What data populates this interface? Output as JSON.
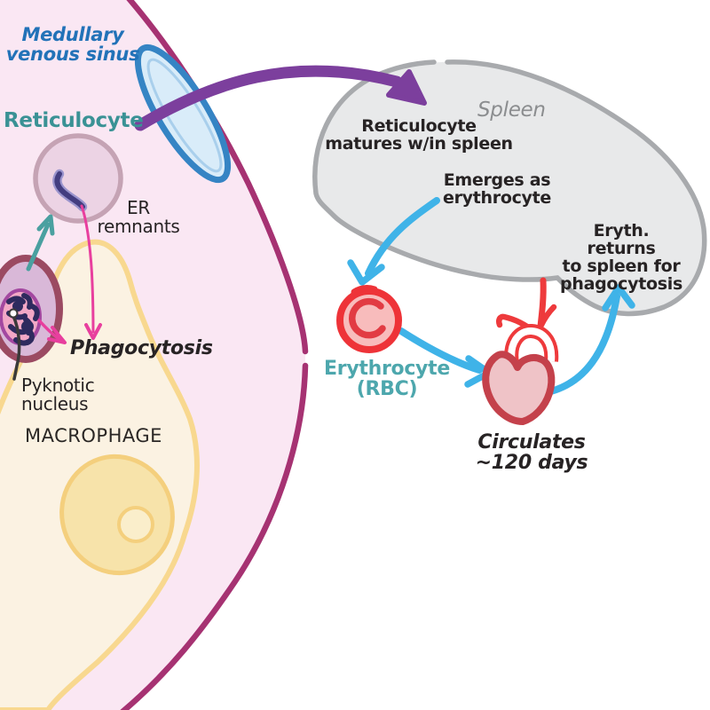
{
  "marrow": {
    "medullary_venous_sinus": "Medullary\nvenous sinus",
    "reticulocyte": "Reticulocyte",
    "er_remnants": "ER\nremnants",
    "phagocytosis": "Phagocytosis",
    "pyknotic_nucleus": "Pyknotic\nnucleus",
    "macrophage": "MACROPHAGE"
  },
  "spleen": {
    "title": "Spleen",
    "matures": "Reticulocyte\nmatures w/in spleen",
    "emerges": "Emerges as\nerythrocyte",
    "returns": "Eryth. returns\nto spleen for\nphagocytosis"
  },
  "circulation": {
    "erythrocyte_rbc": "Erythrocyte\n(RBC)",
    "circulates": "Circulates\n~120 days"
  },
  "colors": {
    "big_cell_border": "#a63272",
    "big_cell_fill": "#fae7f3",
    "macrophage_fill": "#fbf2e2",
    "macrophage_border": "#f8d88f",
    "macrophage_nucleus_fill": "#f7e3aa",
    "macrophage_nucleus_border": "#f4cf7d",
    "macrophage_nucleus_inner": "#faeecb",
    "reticulocyte_fill": "#ecd3e4",
    "reticulocyte_border": "#c5a3b4",
    "er_remnant_dark": "#433d80",
    "er_remnant_light": "#9a94cd",
    "sinus_fill": "#d9ecf9",
    "sinus_border": "#3584c4",
    "sinus_inner_line": "#a9cfec",
    "erythroblast_ring": "#9b4a62",
    "erythroblast_fill": "#d9b8d8",
    "pyknotic_outline": "#a348a0",
    "pyknotic_fill": "#f2a8c6",
    "chromatin": "#2e2a5e",
    "pointer_line": "#3a3a3a",
    "teal_arrow": "#4aa0a0",
    "magenta_arrow": "#e83f9e",
    "purple_arrow": "#7c3f9d",
    "spleen_fill": "#e8e9ea",
    "spleen_border": "#a8aaad",
    "blue_arrow": "#3fb3e8",
    "rbc_border": "#ee3338",
    "rbc_fill": "#f8bcbc",
    "rbc_inner": "#e23b43",
    "heart_border": "#c4414b",
    "heart_fill": "#efc3c7",
    "aorta_red": "#ee3a3c",
    "text_blue": "#2272b8",
    "text_teal": "#3a9295",
    "text_teal_light": "#4da7ad",
    "text_black": "#272324",
    "text_gray": "#8b8d8f",
    "text_macrophage": "#2a2725"
  }
}
